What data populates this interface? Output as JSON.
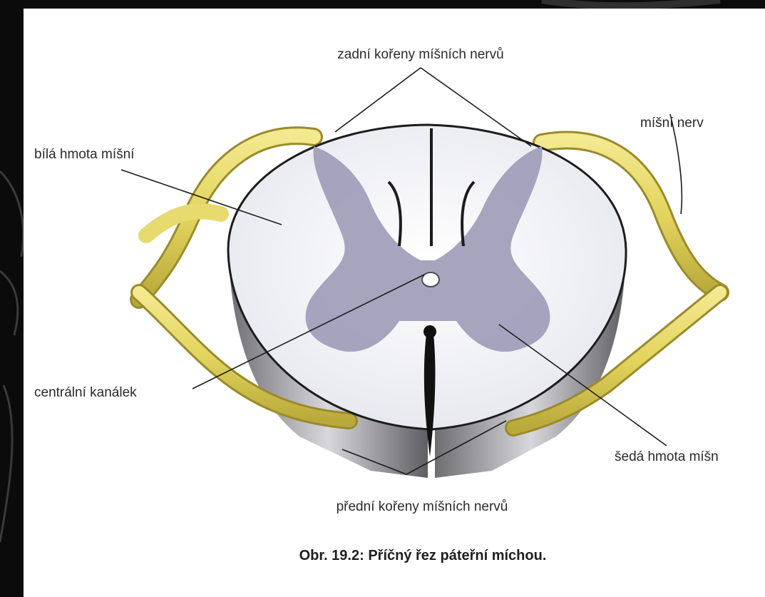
{
  "labels": {
    "dorsal_roots": "zadní kořeny míšních nervů",
    "spinal_nerve": "míšní nerv",
    "white_matter": "bílá hmota míšní",
    "central_canal": "centrální kanálek",
    "gray_matter": "šedá hmota míšn",
    "ventral_roots": "přední kořeny míšních nervů"
  },
  "caption": "Obr. 19.2: Příčný řez páteřní míchou.",
  "colors": {
    "background": "#0b0b0b",
    "panel": "#ffffff",
    "white_matter": "#f1f2f6",
    "gray_matter": "#9f9cb9",
    "nerve": "#e2d45c",
    "outline": "#1c1c1c"
  }
}
